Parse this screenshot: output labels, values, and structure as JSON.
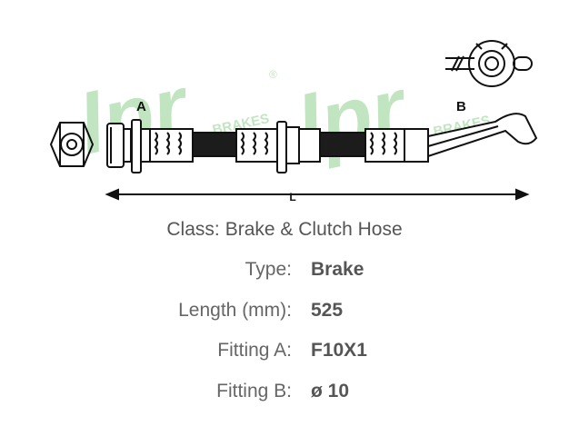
{
  "diagram": {
    "watermark_text": "lpr",
    "watermark_sub": "BRAKES",
    "registered_mark": "®",
    "label_a": "A",
    "label_b": "B",
    "label_length": "L",
    "colors": {
      "line": "#111111",
      "watermark": "#8fd08f",
      "hose": "#1c1c1c"
    }
  },
  "specs": {
    "class_label": "Class:",
    "class_value": "Brake & Clutch Hose",
    "rows": [
      {
        "key": "Type:",
        "value": "Brake"
      },
      {
        "key": "Length (mm):",
        "value": "525"
      },
      {
        "key": "Fitting A:",
        "value": "F10X1"
      },
      {
        "key": "Fitting B:",
        "value": "ø 10"
      }
    ]
  }
}
